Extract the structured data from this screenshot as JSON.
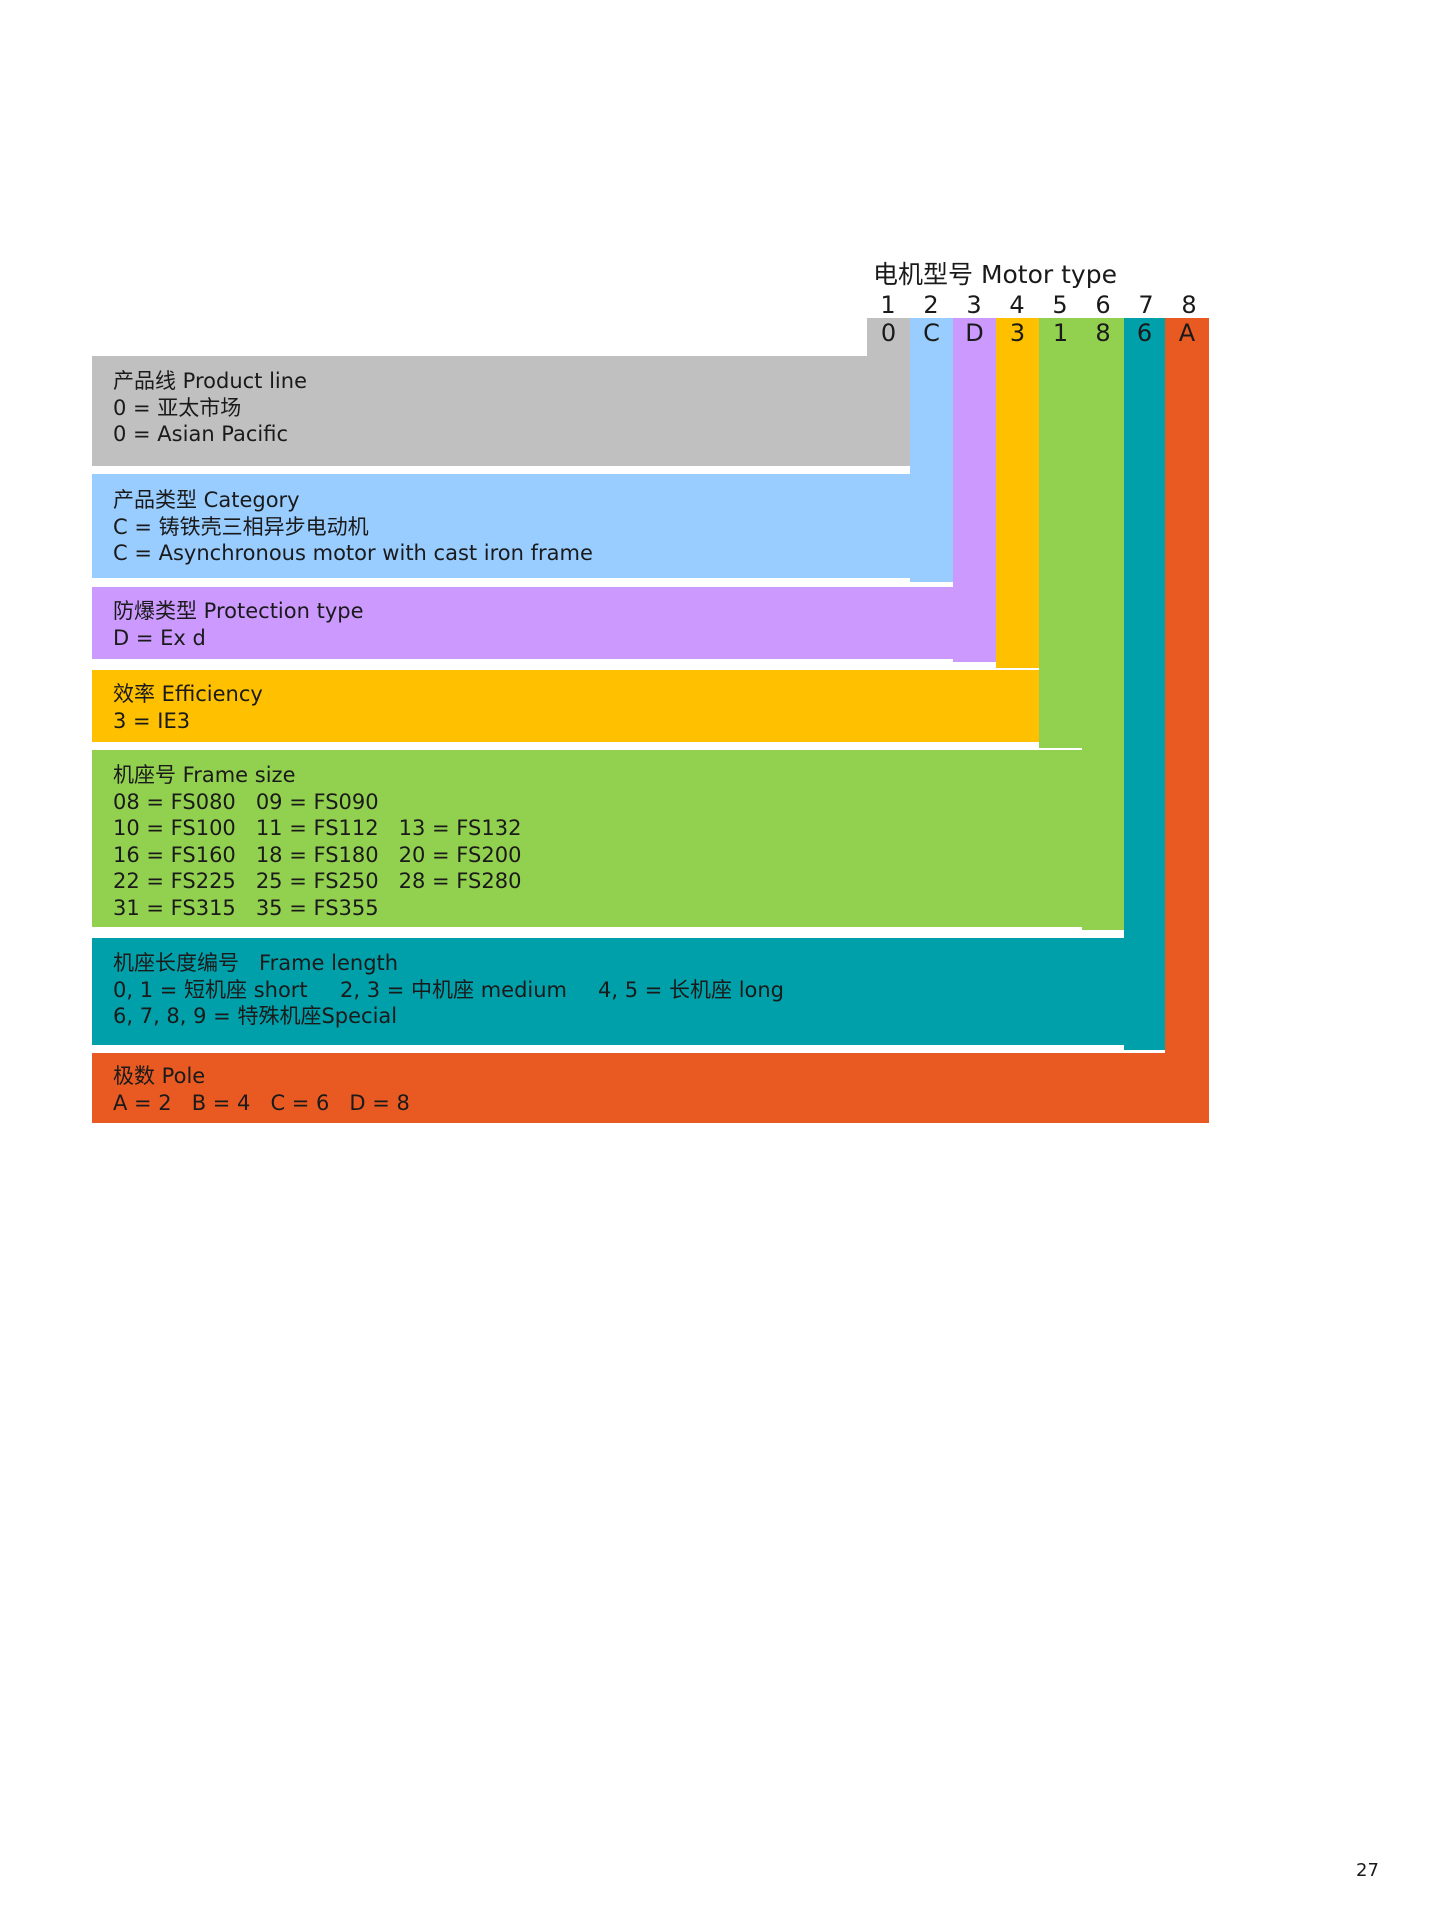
{
  "title": "电机型号 Motor type",
  "positions": [
    "1",
    "2",
    "3",
    "4",
    "5",
    "6",
    "7",
    "8"
  ],
  "code": [
    "0",
    "C",
    "D",
    "3",
    "1",
    "8",
    "6",
    "A"
  ],
  "colors": {
    "product_line": "#c0c0c0",
    "category": "#99ccff",
    "protection": "#cc99ff",
    "efficiency": "#ffc000",
    "frame_size": "#92d050",
    "frame_length": "#00a0aa",
    "pole": "#e85a22"
  },
  "sections": {
    "product_line": {
      "heading": "产品线 Product line",
      "lines": [
        "0 = 亚太市场",
        "0 = Asian Pacific"
      ]
    },
    "category": {
      "heading": "产品类型  Category",
      "lines": [
        "C = 铸铁壳三相异步电动机",
        "C = Asynchronous motor with cast iron frame"
      ]
    },
    "protection": {
      "heading": "防爆类型  Protection type",
      "lines": [
        "D = Ex d"
      ]
    },
    "efficiency": {
      "heading": "效率  Efficiency",
      "lines": [
        "3 = IE3"
      ]
    },
    "frame_size": {
      "heading": "机座号  Frame size",
      "lines": [
        "08 = FS080   09 = FS090",
        "10 = FS100   11 = FS112   13 = FS132",
        "16 = FS160   18 = FS180   20 = FS200",
        "22 = FS225   25 = FS250   28 = FS280",
        "31 = FS315   35 = FS355"
      ]
    },
    "frame_length": {
      "heading": "机座长度编号   Frame length",
      "line1": [
        "0, 1 = 短机座 short",
        "2, 3 = 中机座 medium",
        "4, 5 = 长机座 long"
      ],
      "line2": "6, 7, 8, 9 = 特殊机座Special"
    },
    "pole": {
      "heading": "极数  Pole",
      "lines": [
        "A = 2   B = 4   C = 6   D = 8"
      ]
    }
  },
  "page_number": "27"
}
